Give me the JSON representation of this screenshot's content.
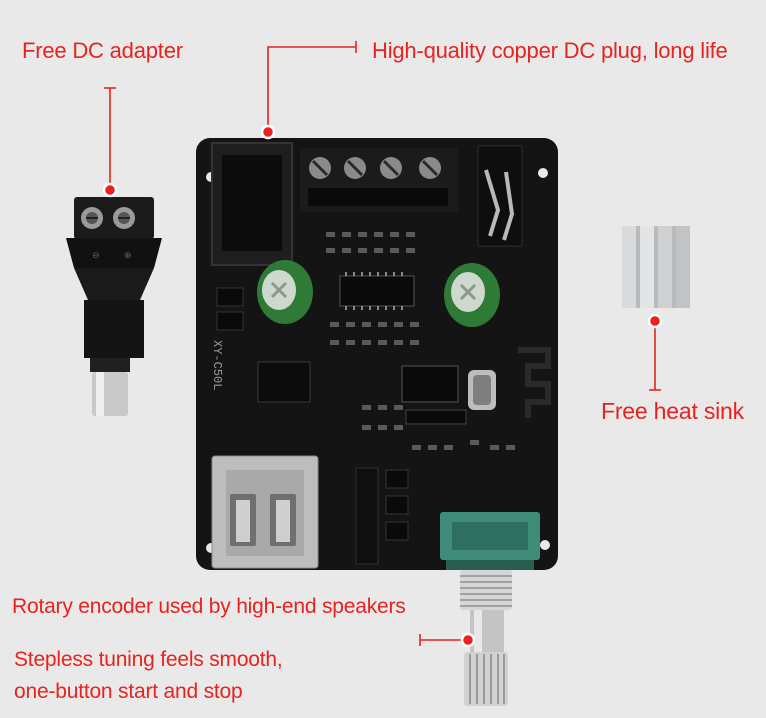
{
  "labels": {
    "dc_adapter": "Free DC adapter",
    "copper_plug": "High-quality copper DC plug, long life",
    "heat_sink": "Free heat sink",
    "rotary_encoder": "Rotary encoder used by high-end speakers",
    "stepless_line1": "Stepless tuning feels smooth,",
    "stepless_line2": "one-button start and stop"
  },
  "board": {
    "silkscreen": "XY-C50L"
  },
  "colors": {
    "background": "#e9e9e9",
    "accent": "#e8231f",
    "pcb": "#141414",
    "encoder": "#3e8c78",
    "capacitor": "#2f7a36"
  }
}
